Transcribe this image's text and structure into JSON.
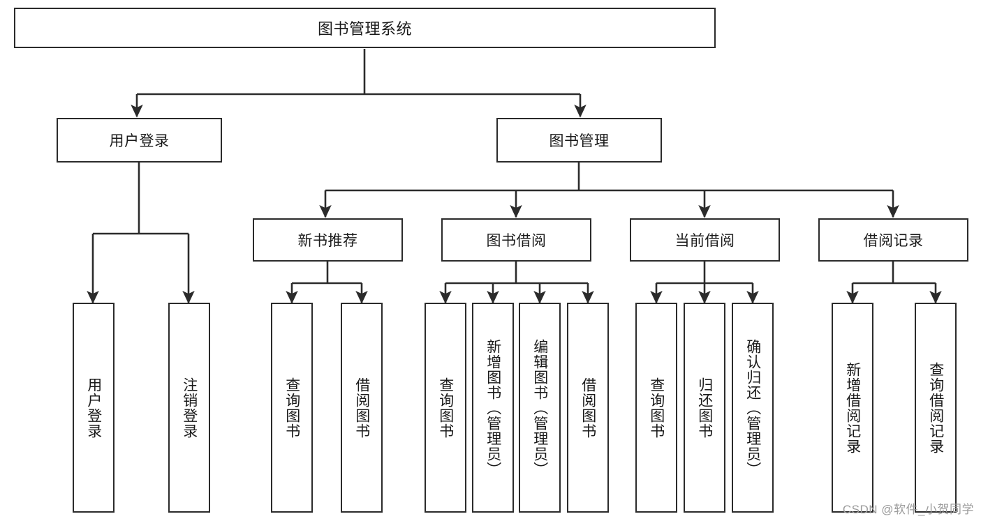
{
  "diagram": {
    "title": "图书管理系统",
    "type": "hierarchy-tree",
    "levels": 4,
    "colors": {
      "stroke": "#2b2b2b",
      "fill": "#ffffff",
      "text": "#1a1a1a",
      "watermark": "#9b9b9b"
    },
    "root": {
      "label": "图书管理系统"
    },
    "level2": [
      {
        "label": "用户登录"
      },
      {
        "label": "图书管理"
      }
    ],
    "level3": [
      {
        "label": "新书推荐"
      },
      {
        "label": "图书借阅"
      },
      {
        "label": "当前借阅"
      },
      {
        "label": "借阅记录"
      }
    ],
    "leaves": {
      "user_login": [
        {
          "label": "用户登录"
        },
        {
          "label": "注销登录"
        }
      ],
      "new_book_recommend": [
        {
          "label": "查询图书"
        },
        {
          "label": "借阅图书"
        }
      ],
      "book_borrow": [
        {
          "label": "查询图书"
        },
        {
          "label": "新增图书（管理员）"
        },
        {
          "label": "编辑图书（管理员）"
        },
        {
          "label": "借阅图书"
        }
      ],
      "current_borrow": [
        {
          "label": "查询图书"
        },
        {
          "label": "归还图书"
        },
        {
          "label": "确认归还（管理员）"
        }
      ],
      "borrow_record": [
        {
          "label": "新增借阅记录"
        },
        {
          "label": "查询借阅记录"
        }
      ]
    }
  },
  "watermark": {
    "text": "CSDN @软件_小贺同学"
  }
}
